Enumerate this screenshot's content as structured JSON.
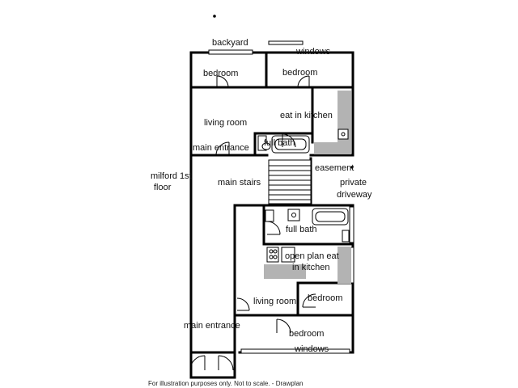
{
  "labels": {
    "backyard": "backyard",
    "windows_top": "windows",
    "bedroom_top_left": "bedroom",
    "bedroom_top_right": "bedroom",
    "living_room_upper": "living room",
    "eat_in_kitchen_upper": "eat in kitchen",
    "full_bath_upper": "full bath",
    "main_entrance_upper": "main entrance",
    "easement": "easement",
    "private_driveway_1": "private",
    "private_driveway_2": "driveway",
    "milford_1": "milford 1st",
    "milford_2": "floor",
    "main_stairs": "main stairs",
    "full_bath_lower": "full bath",
    "open_plan_1": "open plan eat",
    "open_plan_2": "in kitchen",
    "bedroom_small": "bedroom",
    "living_room_lower": "living room",
    "main_entrance_lower": "main entrance",
    "bedroom_bottom": "bedroom",
    "windows_bottom": "windows"
  },
  "footer": "For illustration purposes only. Not to scale. - Drawplan",
  "colors": {
    "wall": "#000000",
    "fixture_fill": "#b3b3b3"
  }
}
